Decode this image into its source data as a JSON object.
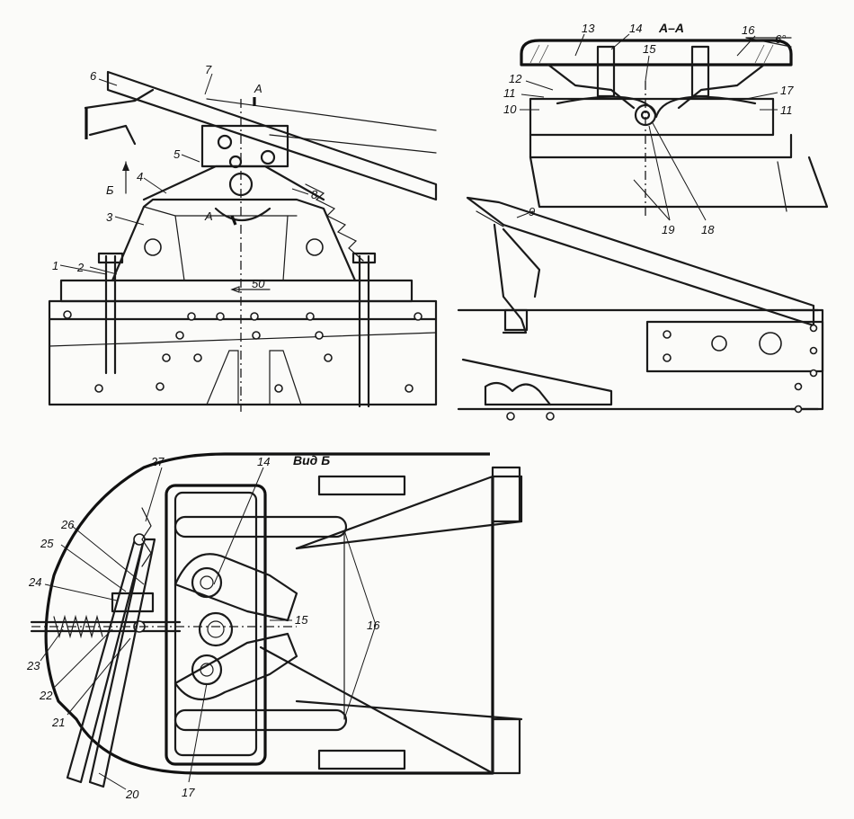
{
  "colors": {
    "ink": "#1a1a1a",
    "paper": "#fbfbf9"
  },
  "views": {
    "section_label": "А–А",
    "view_label": "Вид Б",
    "section_mark": "А",
    "view_mark": "Б",
    "dimension": "50",
    "angle": "6°"
  },
  "callouts": {
    "c1": "1",
    "c2": "2",
    "c3": "3",
    "c4": "4",
    "c5": "5",
    "c6": "6",
    "c7": "7",
    "c8": "8",
    "c9": "9",
    "c10": "10",
    "c11a": "11",
    "c11b": "11",
    "c12": "12",
    "c13": "13",
    "c14a": "14",
    "c15a": "15",
    "c16a": "16",
    "c17a": "17",
    "c18": "18",
    "c19": "19",
    "c14b": "14",
    "c15b": "15",
    "c16b": "16",
    "c17b": "17",
    "c20": "20",
    "c21": "21",
    "c22": "22",
    "c23": "23",
    "c24": "24",
    "c25": "25",
    "c26": "26",
    "c27": "27"
  }
}
